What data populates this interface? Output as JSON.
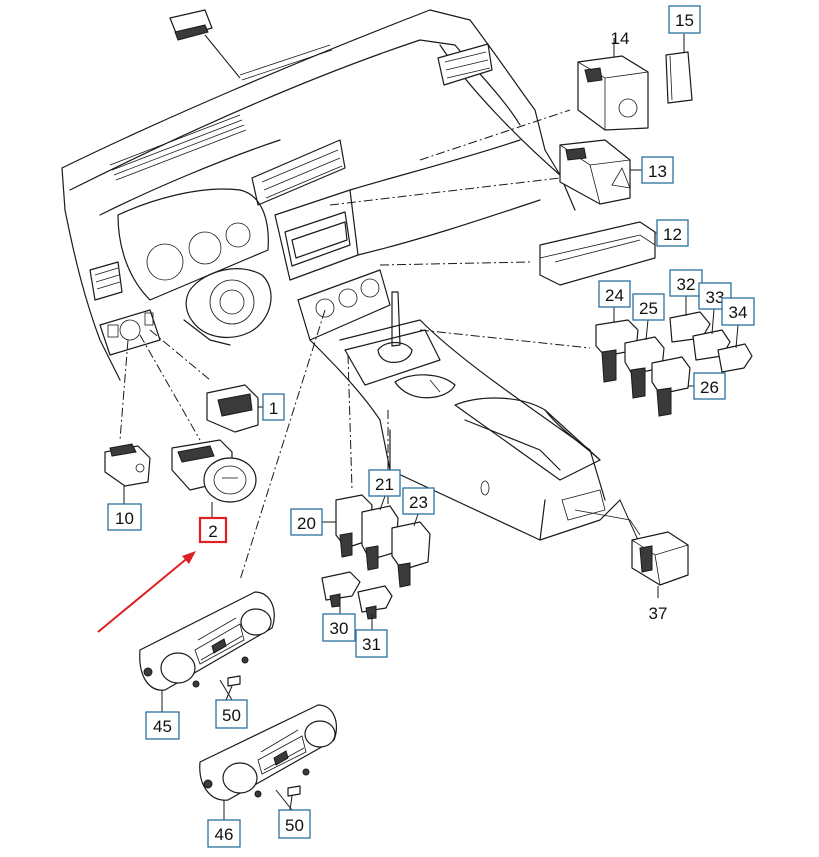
{
  "diagram": {
    "highlight_color": "#e02020",
    "label_border_color": "#2c6fa0",
    "labels": {
      "l1": "1",
      "l2": "2",
      "l10": "10",
      "l12": "12",
      "l13": "13",
      "l14": "14",
      "l15": "15",
      "l20": "20",
      "l21": "21",
      "l23": "23",
      "l24": "24",
      "l25": "25",
      "l26": "26",
      "l30": "30",
      "l31": "31",
      "l32": "32",
      "l33": "33",
      "l34": "34",
      "l37": "37",
      "l45": "45",
      "l46": "46",
      "l50a": "50",
      "l50b": "50"
    }
  }
}
